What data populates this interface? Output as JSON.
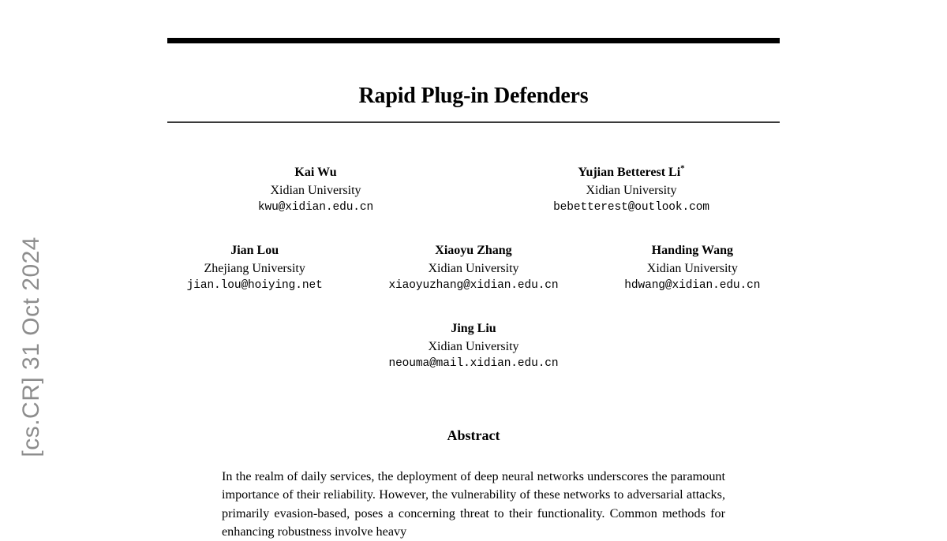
{
  "arxiv_stamp": {
    "text": "[cs.CR] 31 Oct 2024",
    "color": "#8d8d8d"
  },
  "paper": {
    "title": "Rapid Plug-in Defenders",
    "authors": [
      [
        {
          "name": "Kai Wu",
          "affiliation": "Xidian University",
          "email": "kwu@xidian.edu.cn",
          "footnote": ""
        },
        {
          "name": "Yujian Betterest Li",
          "affiliation": "Xidian University",
          "email": "bebetterest@outlook.com",
          "footnote": "*"
        }
      ],
      [
        {
          "name": "Jian Lou",
          "affiliation": "Zhejiang University",
          "email": "jian.lou@hoiying.net",
          "footnote": ""
        },
        {
          "name": "Xiaoyu Zhang",
          "affiliation": "Xidian University",
          "email": "xiaoyuzhang@xidian.edu.cn",
          "footnote": ""
        },
        {
          "name": "Handing Wang",
          "affiliation": "Xidian University",
          "email": "hdwang@xidian.edu.cn",
          "footnote": ""
        }
      ],
      [
        {
          "name": "Jing Liu",
          "affiliation": "Xidian University",
          "email": "neouma@mail.xidian.edu.cn",
          "footnote": ""
        }
      ]
    ],
    "abstract": {
      "heading": "Abstract",
      "text": "In the realm of daily services, the deployment of deep neural networks underscores the paramount importance of their reliability. However, the vulnerability of these networks to adversarial attacks, primarily evasion-based, poses a concerning threat to their functionality. Common methods for enhancing robustness involve heavy"
    }
  }
}
